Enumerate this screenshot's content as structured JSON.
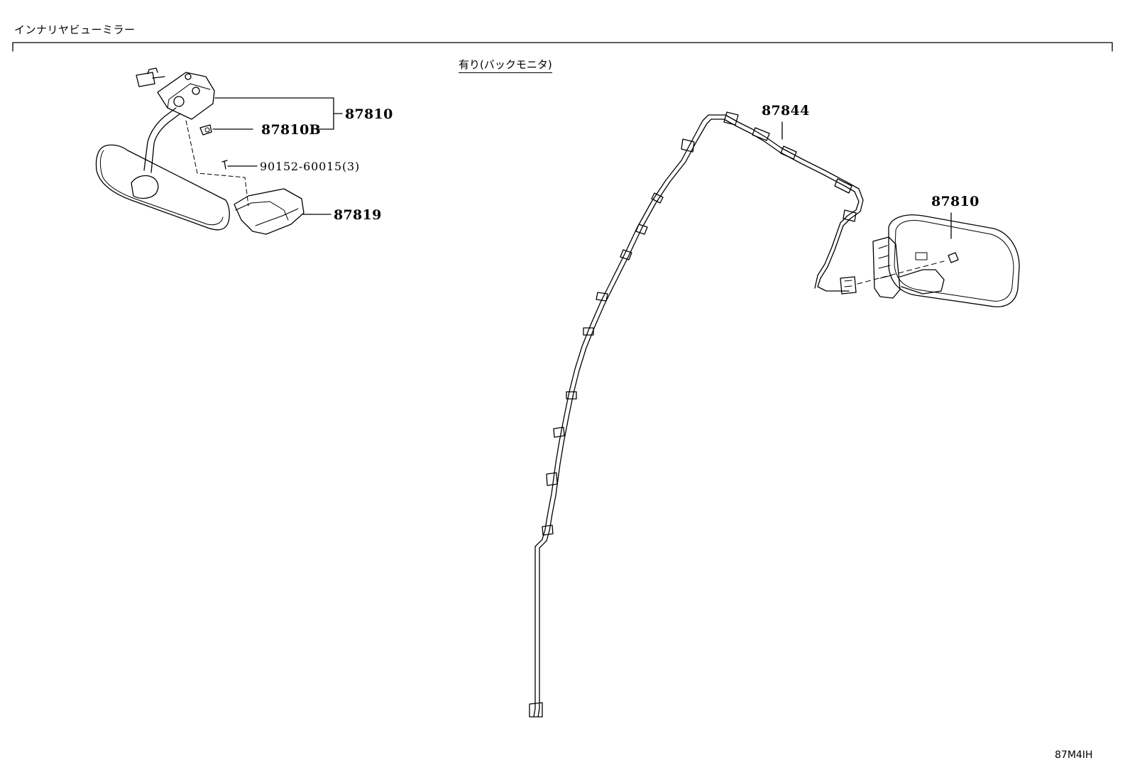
{
  "header": {
    "section_title": "インナリヤビューミラー",
    "variant_label": "有り(バックモニタ)"
  },
  "parts": {
    "mirror_left": "87810",
    "mirror_bulb": "87810B",
    "screw": "90152-60015(3)",
    "cover": "87819",
    "wire_harness": "87844",
    "mirror_right": "87810"
  },
  "footer": {
    "illustration_code": "87M4IH"
  }
}
